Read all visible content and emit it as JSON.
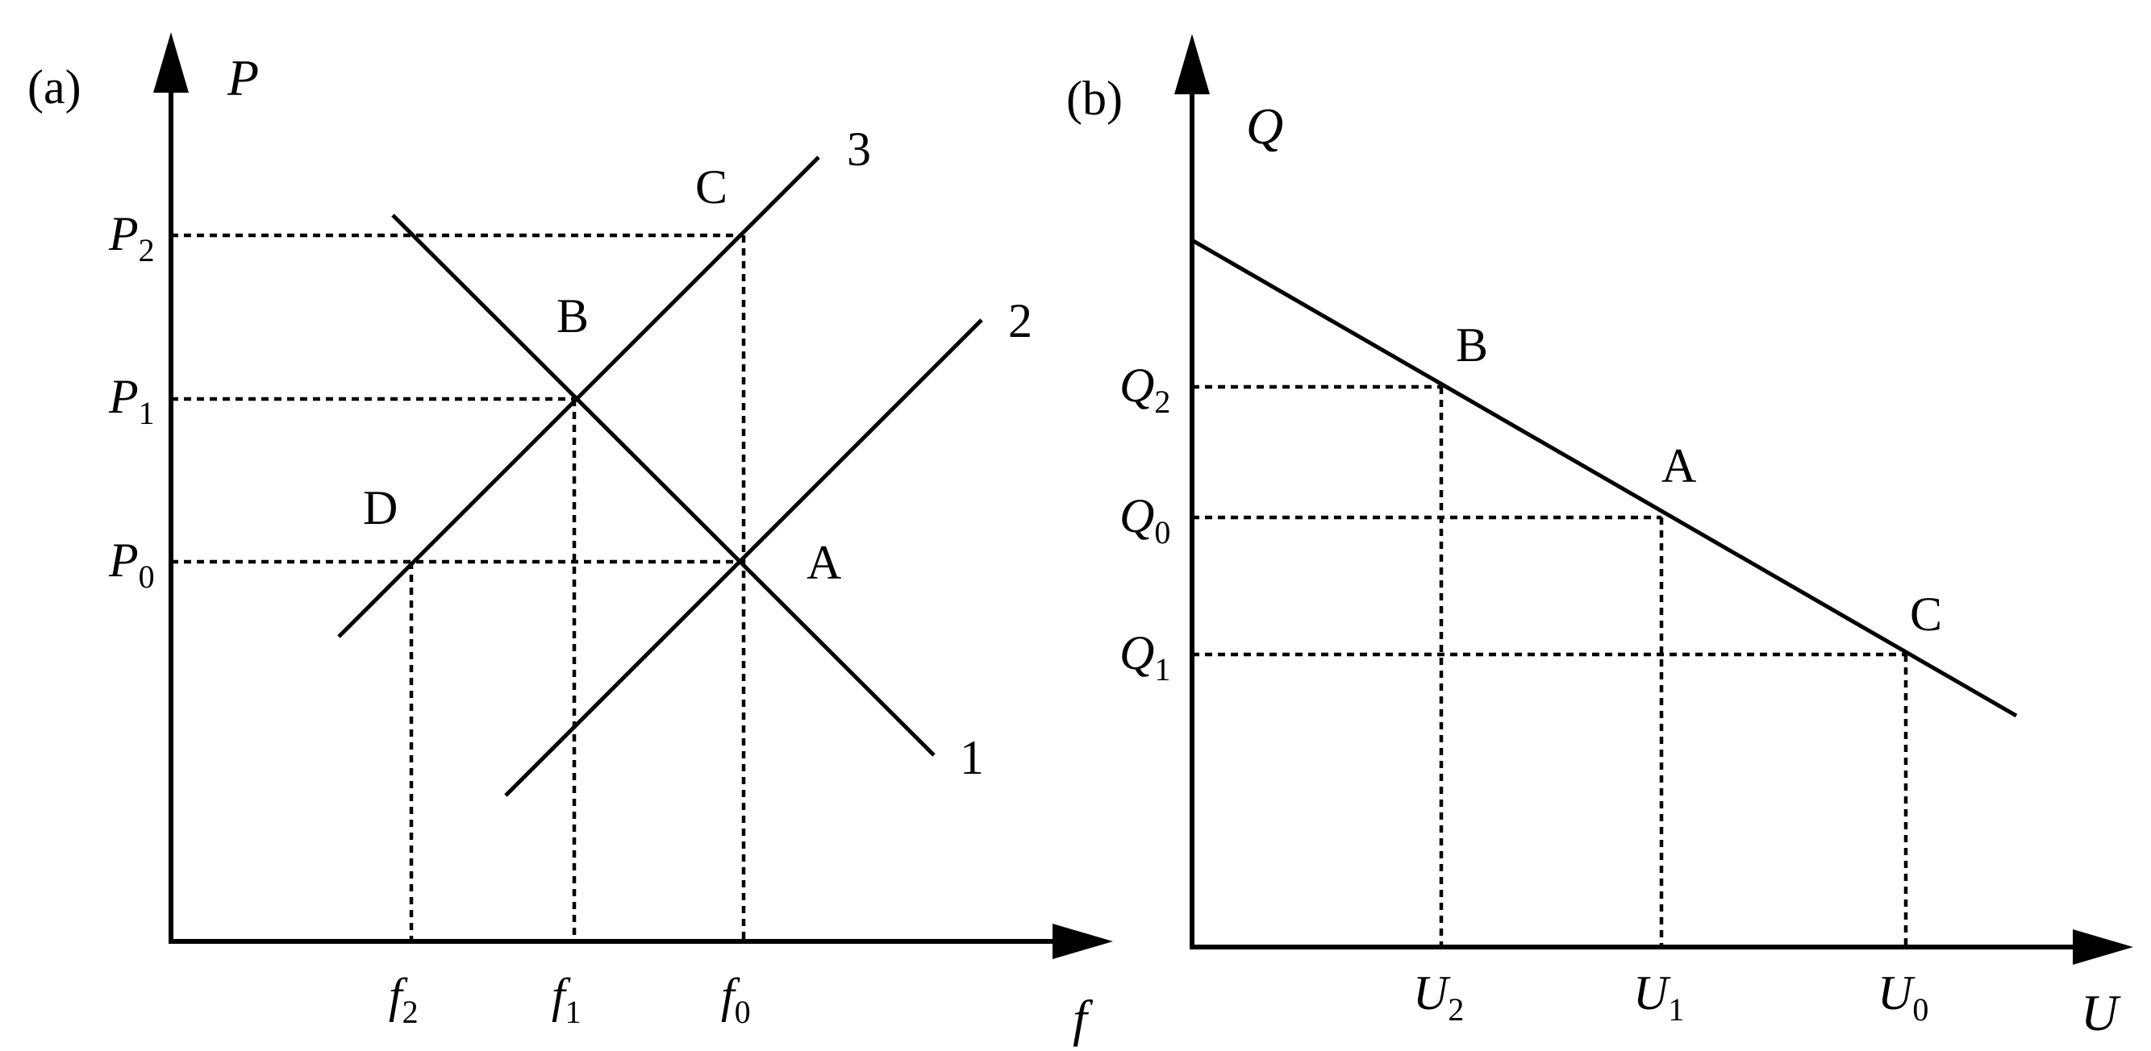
{
  "panel_a": {
    "label": "(a)",
    "y_axis": "P",
    "x_axis": "f",
    "y_ticks": [
      {
        "main": "P",
        "sub": "2"
      },
      {
        "main": "P",
        "sub": "1"
      },
      {
        "main": "P",
        "sub": "0"
      }
    ],
    "x_ticks": [
      {
        "main": "f",
        "sub": "2"
      },
      {
        "main": "f",
        "sub": "1"
      },
      {
        "main": "f",
        "sub": "0"
      }
    ],
    "curve_labels": [
      "1",
      "2",
      "3"
    ],
    "points": [
      "A",
      "B",
      "C",
      "D"
    ]
  },
  "panel_b": {
    "label": "(b)",
    "y_axis": "Q",
    "x_axis": "U",
    "y_ticks": [
      {
        "main": "Q",
        "sub": "2"
      },
      {
        "main": "Q",
        "sub": "0"
      },
      {
        "main": "Q",
        "sub": "1"
      }
    ],
    "x_ticks": [
      {
        "main": "U",
        "sub": "2"
      },
      {
        "main": "U",
        "sub": "1"
      },
      {
        "main": "U",
        "sub": "0"
      }
    ],
    "points": [
      "B",
      "A",
      "C"
    ]
  }
}
